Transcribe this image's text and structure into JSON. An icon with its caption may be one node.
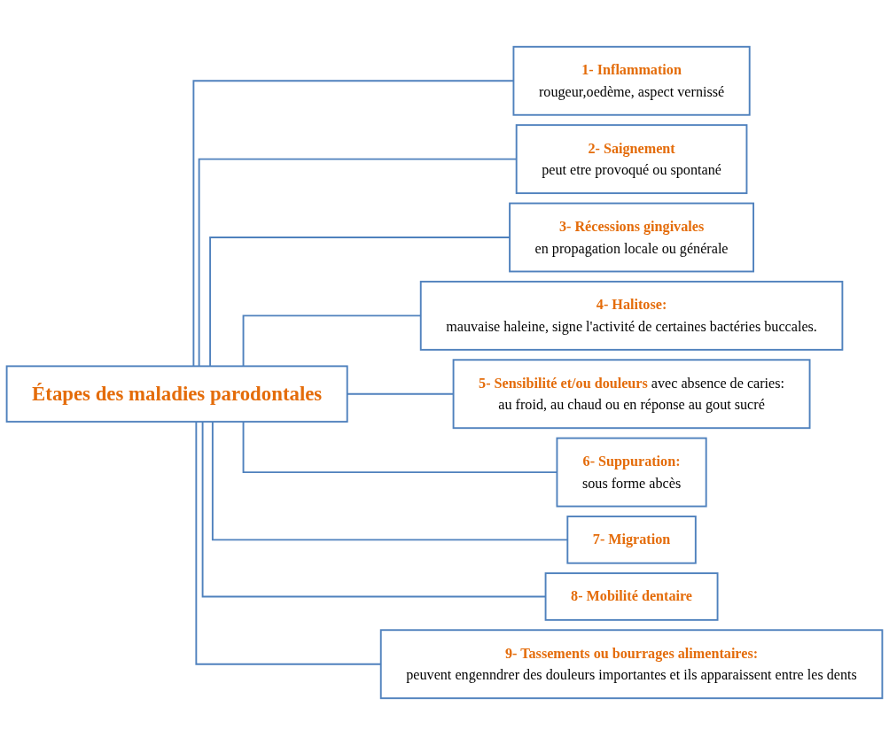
{
  "diagram": {
    "nodes": [
      {
        "text": [
          "Étapes des maladies parodontales"
        ]
      },
      {
        "text": [
          "1- Inflammation",
          "rougeur,oedème, aspect vernissé"
        ]
      },
      {
        "text": [
          "2- Saignement",
          "peut etre provoqué ou spontané"
        ]
      },
      {
        "text": [
          "3- Récessions gingivales",
          "en propagation locale ou générale"
        ]
      },
      {
        "text": [
          "4- Halitose:",
          "mauvaise haleine, signe l'activité de certaines bactéries buccales."
        ]
      },
      {
        "text": [
          "5- Sensibilité et/ou douleurs",
          "avec absence de caries:",
          "au froid, au chaud ou en réponse au gout sucré"
        ]
      },
      {
        "text": [
          "6- Suppuration:",
          "sous forme abcès"
        ]
      },
      {
        "text": [
          "7- Migration"
        ]
      },
      {
        "text": [
          "8- Mobilité dentaire"
        ]
      },
      {
        "text": [
          "9- Tassements ou bourrages alimentaires:",
          "peuvent engenndrer des douleurs importantes et ils apparaissent entre les dents"
        ]
      }
    ],
    "edges": [
      {
        "from": 0,
        "to": 1,
        "arrow": "none"
      },
      {
        "from": 0,
        "to": 2,
        "arrow": "none"
      },
      {
        "from": 0,
        "to": 3,
        "arrow": "none"
      },
      {
        "from": 0,
        "to": 4,
        "arrow": "none"
      },
      {
        "from": 0,
        "to": 5,
        "arrow": "none"
      },
      {
        "from": 0,
        "to": 6,
        "arrow": "none"
      },
      {
        "from": 0,
        "to": 7,
        "arrow": "none"
      },
      {
        "from": 0,
        "to": 8,
        "arrow": "none"
      },
      {
        "from": 0,
        "to": 9,
        "arrow": "none"
      }
    ]
  }
}
